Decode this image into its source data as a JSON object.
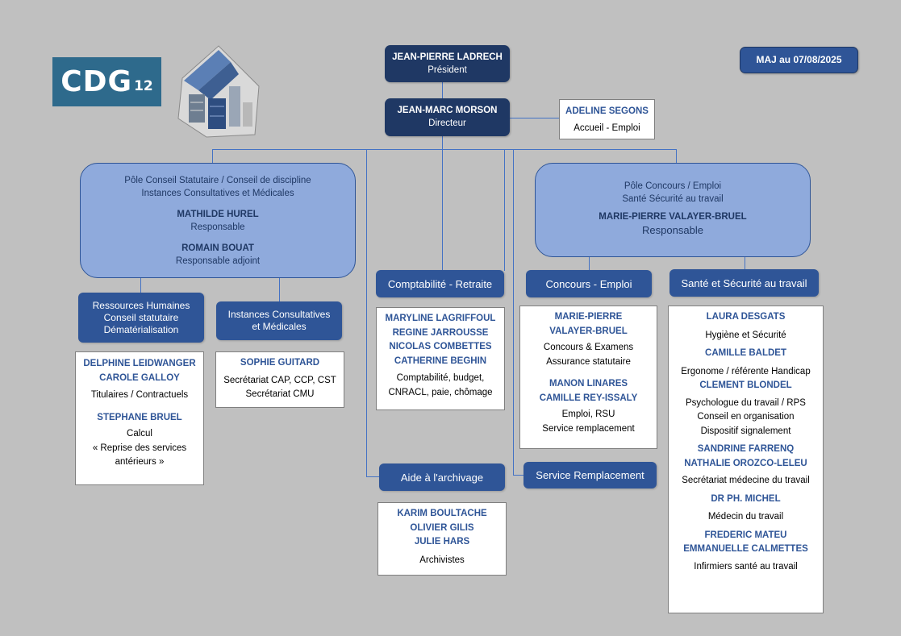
{
  "logo": {
    "text": "CDG",
    "number": "12"
  },
  "update_badge": "MAJ au 07/08/2025",
  "president": {
    "name": "JEAN-PIERRE LADRECH",
    "role": "Président"
  },
  "director": {
    "name": "JEAN-MARC MORSON",
    "role": "Directeur"
  },
  "reception": {
    "name": "ADELINE SEGONS",
    "role": "Accueil - Emploi"
  },
  "pole_statutaire": {
    "line1": "Pôle Conseil Statutaire / Conseil de discipline",
    "line2": "Instances Consultatives et Médicales",
    "head_name": "MATHILDE HUREL",
    "head_role": "Responsable",
    "deputy_name": "ROMAIN BOUAT",
    "deputy_role": "Responsable adjoint"
  },
  "pole_concours": {
    "line1": "Pôle Concours / Emploi",
    "line2": "Santé Sécurité au travail",
    "head_name": "MARIE-PIERRE VALAYER-BRUEL",
    "head_role": "Responsable"
  },
  "services": {
    "rh": {
      "l1": "Ressources Humaines",
      "l2": "Conseil statutaire",
      "l3": "Dématérialisation"
    },
    "instances": {
      "l1": "Instances Consultatives",
      "l2": "et Médicales"
    },
    "compta": "Comptabilité - Retraite",
    "archivage": "Aide à l'archivage",
    "concours": "Concours - Emploi",
    "remplacement": "Service Remplacement",
    "sante": "Santé et Sécurité au travail"
  },
  "staff": {
    "rh": {
      "n1": "DELPHINE LEIDWANGER",
      "n2": "CAROLE GALLOY",
      "t1": "Titulaires / Contractuels",
      "n3": "STEPHANE BRUEL",
      "t2": "Calcul",
      "t3": "« Reprise des services",
      "t4": "antérieurs »"
    },
    "instances": {
      "n1": "SOPHIE GUITARD",
      "t1": "Secrétariat CAP, CCP, CST",
      "t2": "Secrétariat CMU"
    },
    "compta": {
      "n1": "MARYLINE LAGRIFFOUL",
      "n2": "REGINE JARROUSSE",
      "n3": "NICOLAS COMBETTES",
      "n4": "CATHERINE BEGHIN",
      "t1": "Comptabilité, budget,",
      "t2": "CNRACL, paie, chômage"
    },
    "archivage": {
      "n1": "KARIM BOULTACHE",
      "n2": "OLIVIER GILIS",
      "n3": "JULIE HARS",
      "t1": "Archivistes"
    },
    "concours": {
      "n1": "MARIE-PIERRE",
      "n2": "VALAYER-BRUEL",
      "t1": "Concours & Examens",
      "t2": "Assurance statutaire",
      "n3": "MANON LINARES",
      "n4": "CAMILLE REY-ISSALY",
      "t3": "Emploi, RSU",
      "t4": "Service remplacement"
    },
    "sante": {
      "n1": "LAURA DESGATS",
      "t1": "Hygiène et Sécurité",
      "n2": "CAMILLE BALDET",
      "t2": "Ergonome / référente Handicap",
      "n3": "CLEMENT BLONDEL",
      "t3": "Psychologue du travail / RPS",
      "t4": "Conseil en organisation",
      "t5": "Dispositif signalement",
      "n4": "SANDRINE FARRENQ",
      "n5": "NATHALIE OROZCO-LELEU",
      "t6": "Secrétariat médecine du travail",
      "n6": "DR PH. MICHEL",
      "t7": "Médecin du travail",
      "n7": "FREDERIC MATEU",
      "n8": "EMMANUELLE CALMETTES",
      "t8": "Infirmiers santé au travail"
    }
  }
}
